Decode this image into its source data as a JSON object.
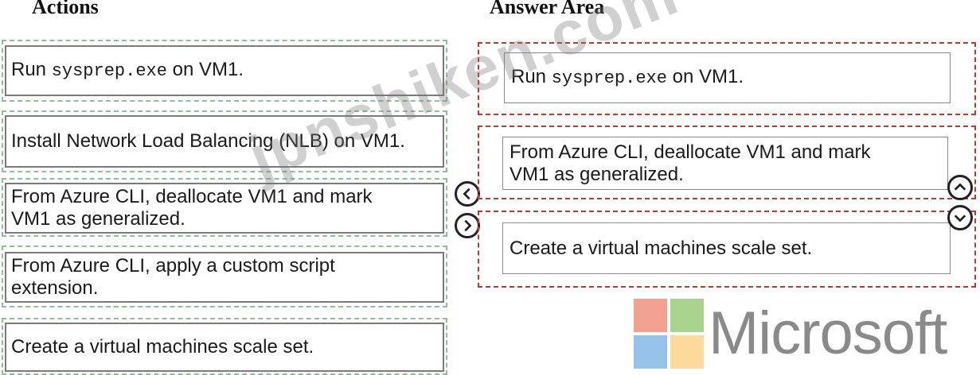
{
  "headings": {
    "actions": "Actions",
    "answer_area": "Answer Area"
  },
  "actions": [
    {
      "prefix": "Run ",
      "code": "sysprep.exe",
      "suffix": " on VM1."
    },
    {
      "text": "Install Network Load Balancing (NLB) on VM1."
    },
    {
      "line1": "From Azure CLI, deallocate VM1 and mark",
      "line2": "VM1 as generalized."
    },
    {
      "line1": "From Azure CLI, apply a custom script",
      "line2": "extension."
    },
    {
      "text": "Create a virtual machines scale set."
    }
  ],
  "answers": [
    {
      "prefix": "Run ",
      "code": "sysprep.exe",
      "suffix": " on VM1."
    },
    {
      "line1": "From Azure CLI, deallocate VM1 and mark",
      "line2": "VM1 as generalized."
    },
    {
      "text": "Create a virtual machines scale set."
    }
  ],
  "watermark": "jpnshiken.com",
  "logo": {
    "text": "Microsoft",
    "colors": {
      "red": "#f2a193",
      "green": "#a9d28f",
      "blue": "#97c3ea",
      "yellow": "#fdd99b"
    }
  },
  "colors": {
    "green_dash": "#8fbf96",
    "red_dash": "#c0392b"
  },
  "icons": [
    "arrow-left-icon",
    "arrow-right-icon",
    "arrow-up-icon",
    "arrow-down-icon"
  ]
}
